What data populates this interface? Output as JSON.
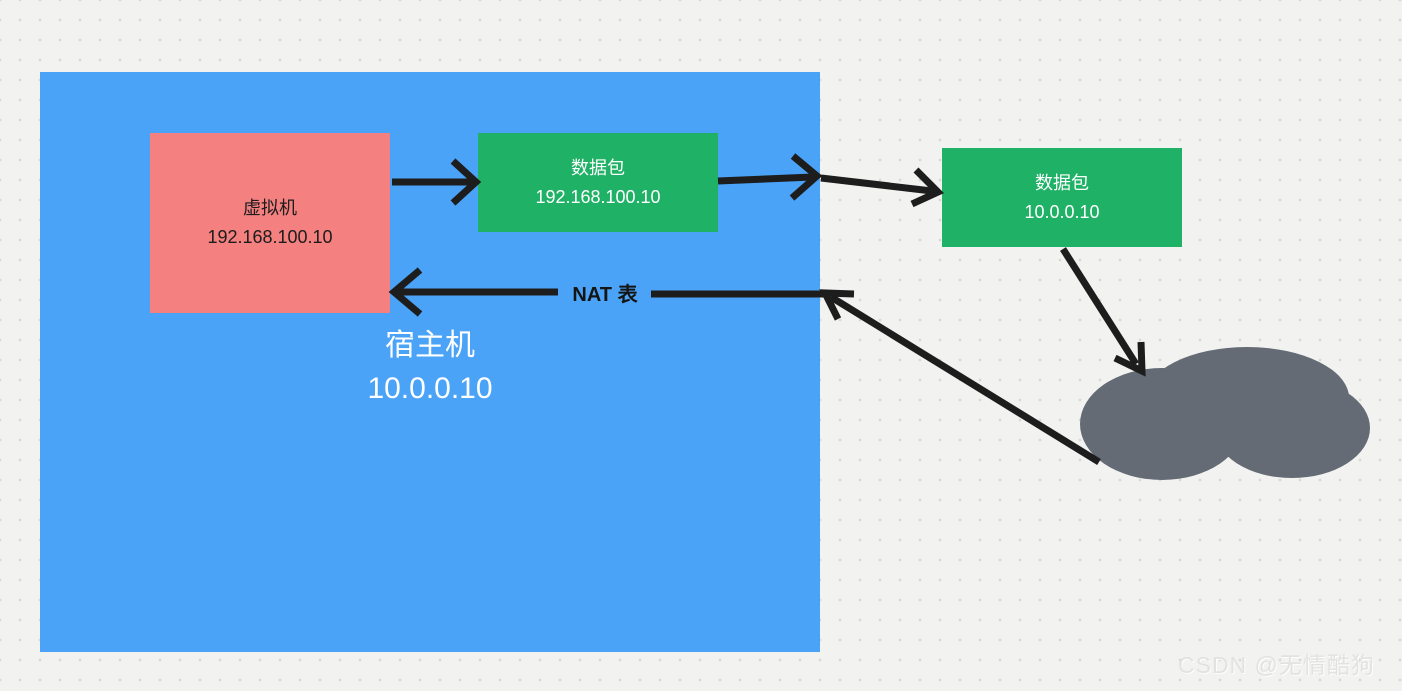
{
  "host": {
    "label": "宿主机",
    "ip": "10.0.0.10",
    "color": "#4aa3f7"
  },
  "vm": {
    "label": "虚拟机",
    "ip": "192.168.100.10",
    "color": "#f48080"
  },
  "packet_internal": {
    "label": "数据包",
    "ip": "192.168.100.10",
    "color": "#1fb165"
  },
  "packet_external": {
    "label": "数据包",
    "ip": "10.0.0.10",
    "color": "#1fb165"
  },
  "nat": {
    "label": "NAT 表"
  },
  "cloud": {
    "name": "internet-cloud",
    "color": "#646b75"
  },
  "watermark": {
    "text": "CSDN @无情酷狗"
  },
  "colors": {
    "background": "#f2f2f0",
    "grid_dots": "#d8d8d4",
    "arrow": "#1d1d1d",
    "host_box": "#4aa3f7",
    "vm_box": "#f48080",
    "packet_box": "#1fb165",
    "cloud": "#646b75"
  }
}
